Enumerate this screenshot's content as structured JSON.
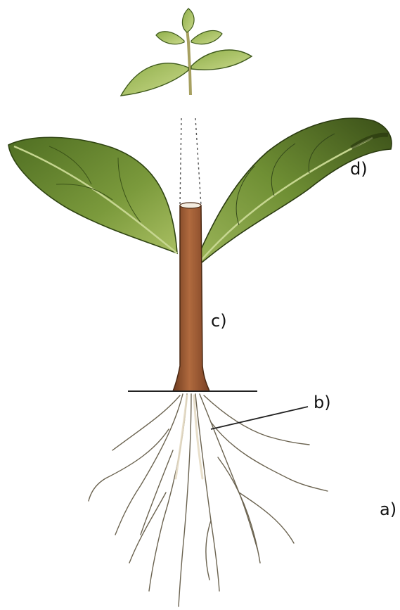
{
  "labels": {
    "a": "a)",
    "b": "b)",
    "c": "c)",
    "d": "d)"
  },
  "colors": {
    "leaf_dark": "#3f5a1c",
    "leaf_mid": "#6f8a34",
    "leaf_light": "#a8c060",
    "stem": "#9a5a36",
    "stem_dark": "#6e3a1f",
    "root": "#e6dcc6",
    "root_outline": "#6b6350",
    "ground_line": "#222222"
  }
}
